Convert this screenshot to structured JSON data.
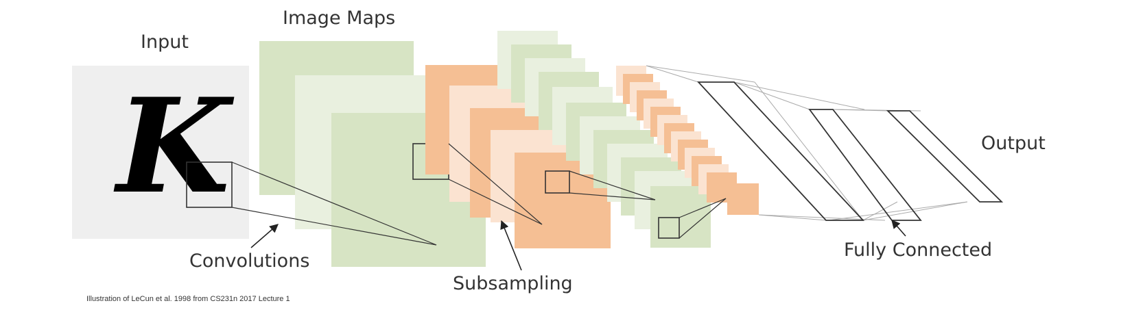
{
  "labels": {
    "input": "Input",
    "image_maps": "Image Maps",
    "output": "Output",
    "convolutions": "Convolutions",
    "subsampling": "Subsampling",
    "fully_connected": "Fully Connected"
  },
  "input_glyph": "K",
  "credit": "Illustration of LeCun et al. 1998 from CS231n 2017 Lecture 1",
  "colors": {
    "input_bg": "#efefef",
    "map_green": "#d7e4c4",
    "map_green_light": "#e9f0df",
    "map_orange": "#f5bf94",
    "map_orange_light": "#fbe3d1",
    "line": "#333333",
    "thin_line": "#aaaaaa"
  }
}
